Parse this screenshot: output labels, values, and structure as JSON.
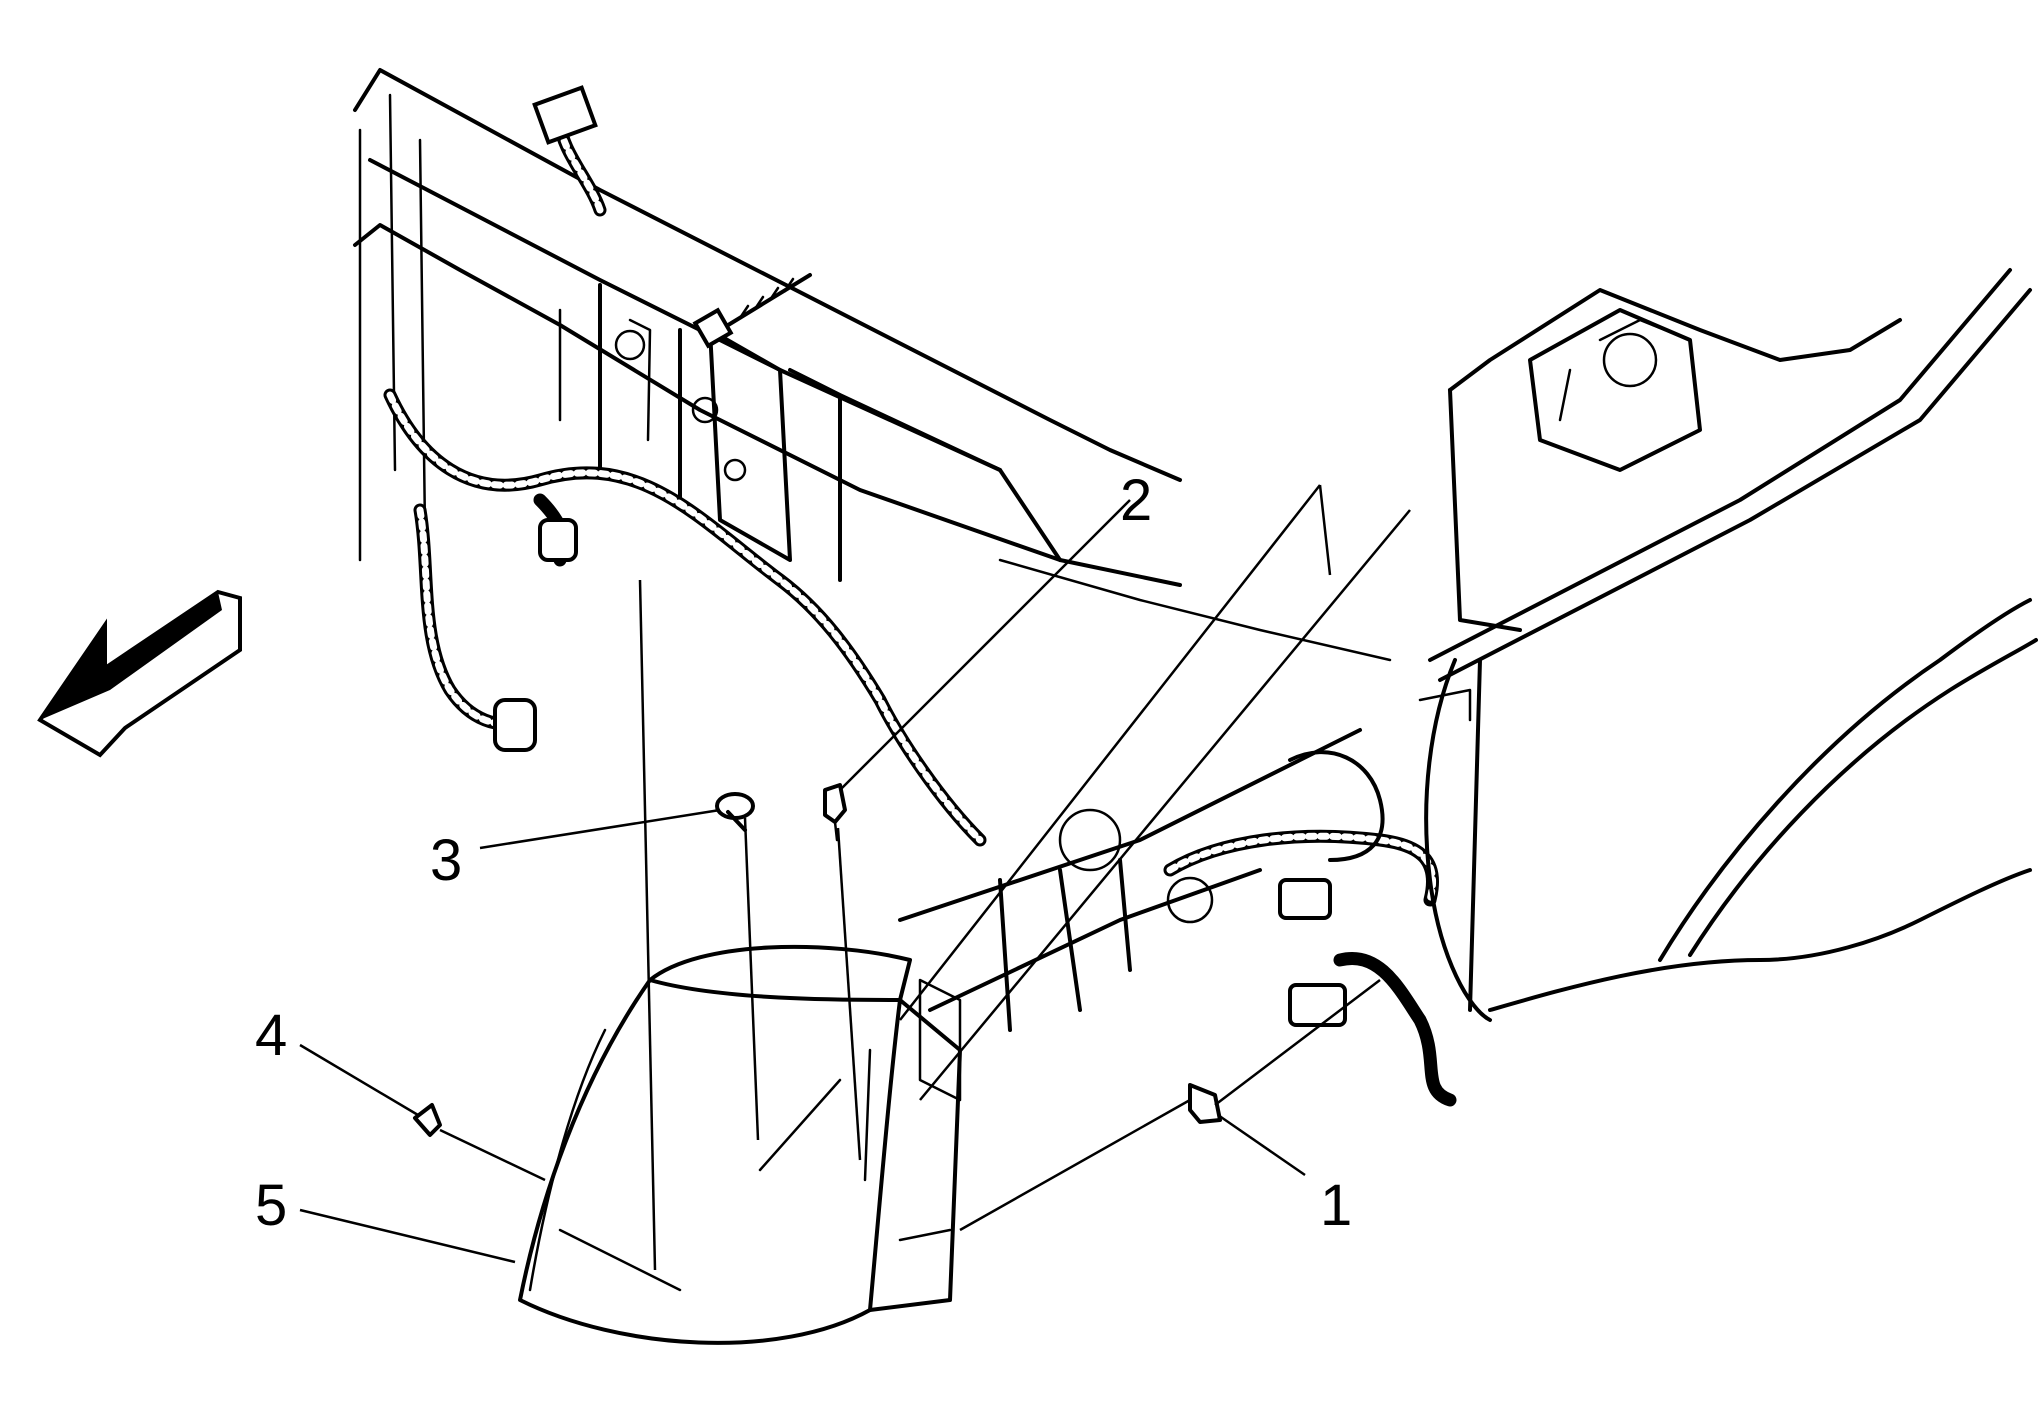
{
  "callouts": [
    "1",
    "2",
    "3",
    "4",
    "5"
  ],
  "icons": {
    "direction_arrow": "front-direction-arrow-icon"
  },
  "colors": {
    "line": "#000000",
    "background": "#ffffff"
  }
}
